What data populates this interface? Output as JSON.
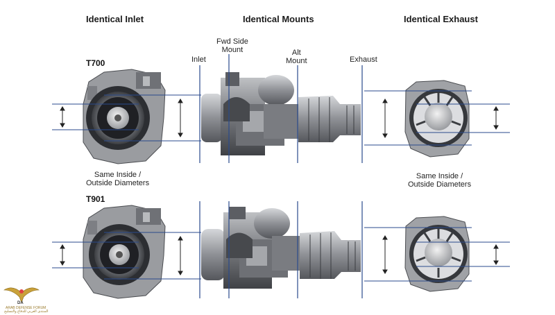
{
  "headings": {
    "inlet": "Identical Inlet",
    "mounts": "Identical Mounts",
    "exhaust": "Identical Exhaust"
  },
  "engines": {
    "top": "T700",
    "bottom": "T901"
  },
  "side_labels": {
    "inlet": "Inlet",
    "fwd_side_mount": "Fwd Side\nMount",
    "alt_mount": "Alt\nMount",
    "exhaust": "Exhaust"
  },
  "diameter_notes": {
    "left": "Same Inside /\nOutside Diameters",
    "right": "Same Inside /\nOutside Diameters"
  },
  "watermark": {
    "line1": "DA",
    "line2": "ARAB DEFENSE FORUM",
    "line3": "المنتدى العربي للدفاع والتسليح"
  },
  "colors": {
    "guide_line": "#2a4a8c",
    "engine_metal": "#8d8f93",
    "engine_dark": "#3a3c40"
  }
}
